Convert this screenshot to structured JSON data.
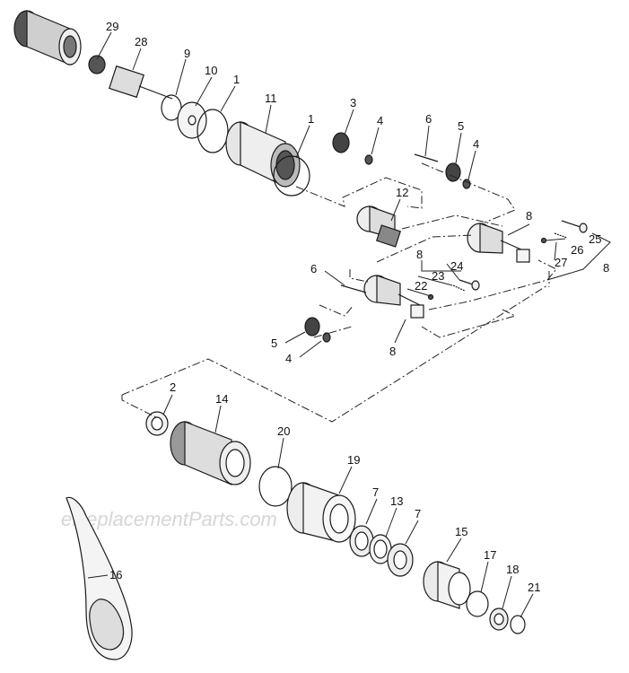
{
  "diagram": {
    "watermark": "eReplacementParts.com",
    "callouts": {
      "c29": "29",
      "c28": "28",
      "c9": "9",
      "c10": "10",
      "c1a": "1",
      "c11": "11",
      "c1b": "1",
      "c3": "3",
      "c4a": "4",
      "c6a": "6",
      "c5a": "5",
      "c4b": "4",
      "c12": "12",
      "c8a": "8",
      "c25": "25",
      "c26": "26",
      "c27": "27",
      "c8b": "8",
      "c8c": "8",
      "c24": "24",
      "c23": "23",
      "c22": "22",
      "c6b": "6",
      "c5b": "5",
      "c4c": "4",
      "c8d": "8",
      "c2": "2",
      "c14": "14",
      "c20": "20",
      "c19": "19",
      "c7a": "7",
      "c13": "13",
      "c7b": "7",
      "c15": "15",
      "c17": "17",
      "c18": "18",
      "c21": "21",
      "c16": "16"
    }
  }
}
